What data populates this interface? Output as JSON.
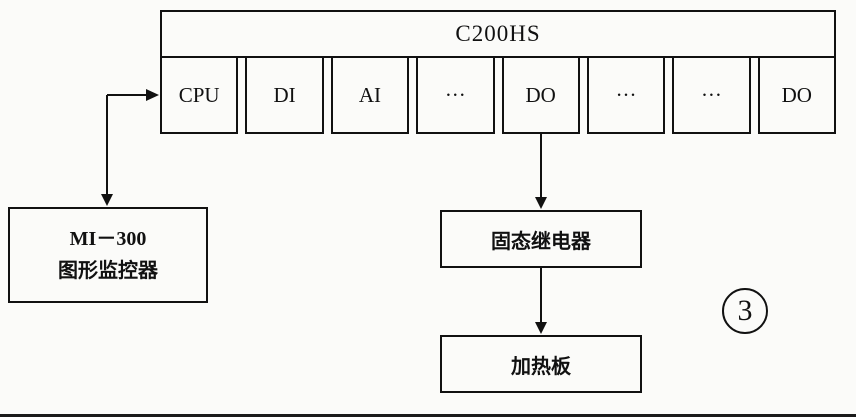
{
  "plc": {
    "title": "C200HS",
    "modules": [
      "CPU",
      "DI",
      "AI",
      "···",
      "DO",
      "···",
      "···",
      "DO"
    ]
  },
  "monitor": {
    "line1": "MI－300",
    "line2": "图形监控器"
  },
  "relay": {
    "label": "固态继电器"
  },
  "heater": {
    "label": "加热板"
  },
  "figure": {
    "number": "3"
  }
}
